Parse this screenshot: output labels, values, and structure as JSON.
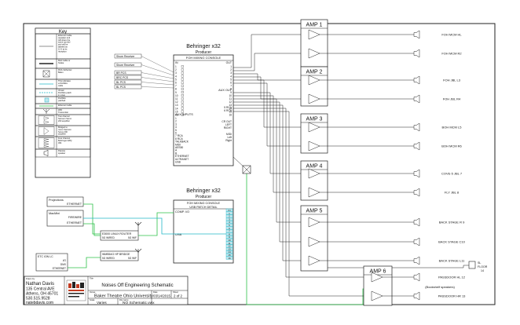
{
  "key": {
    "title": "Key",
    "entries": [
      "Ethernet Cable (speaker and will share the same symbol and will be labeled as 12-2 at its reception",
      "Mult Cable or Snake",
      "RCA / Ethernet Balun",
      "This indicates a FireWire cable",
      "Virtual FireWire patch in mixer",
      "FireWire patched internal",
      "Ethernet Cable",
      "WiFi Transmitter",
      "Two channel Samson Servo 200 amplifier",
      "Bridged to mono Samson Servo 200 amplifier",
      "Four channel Behringer EPQ 304",
      "Passive speaker"
    ]
  },
  "shure_labels": [
    "Shure Receiver",
    "Shure Receiver",
    "BR PCS",
    "BRC PCS",
    "BL PCS",
    "BL PCS"
  ],
  "console1": {
    "title": "Behringer x32",
    "subtitle": "Producer",
    "header": "FOH MIXING CONSOLE",
    "in_label": "IN",
    "out_label": "OUT",
    "in_numbers": [
      "1",
      "2",
      "3",
      "4",
      "5",
      "6",
      "7",
      "8",
      "9",
      "10",
      "11",
      "12",
      "13",
      "14",
      "15",
      "16"
    ],
    "out_numbers": [
      "1",
      "2",
      "3",
      "4",
      "5",
      "6",
      "7",
      "8",
      "9",
      "10",
      "11",
      "12",
      "13",
      "14",
      "15",
      "16"
    ],
    "aux_out": "AUX OUT",
    "aux_out_numbers": [
      "1",
      "2",
      "3",
      "4",
      "5",
      "6"
    ],
    "aux_inputs": "AUX INPUTS",
    "left_lines": [
      "1",
      "2",
      "3",
      "4",
      "5",
      "6",
      "7 RCA",
      "8 RCA",
      "TALKBACK",
      "MIDI",
      "AES50",
      "A",
      "B",
      "ETHERNET",
      "ULTRANET",
      "USB"
    ],
    "right_lines": [
      "5 RCA",
      "6 RCA",
      "CR OUT",
      "LEFT",
      "RIGHT",
      "MIDI",
      "Left",
      "Right"
    ]
  },
  "console2": {
    "title": "Behringer x32",
    "subtitle": "Producer",
    "header1": "FOH MIXING CONSOLE",
    "header2": "USB PATCH DETAIL",
    "comp_io": "COMP. I/O",
    "usb_label": "USB",
    "channels": [
      "IN",
      "1",
      "2",
      "3",
      "4",
      "5",
      "6",
      "7",
      "8",
      "9",
      "10",
      "11",
      "12",
      "13",
      "14",
      "15",
      "16"
    ]
  },
  "left_devices": {
    "projections": "Projections",
    "projections_sub": "ETHERNET",
    "macmini": "MacMini",
    "macmini_lines": [
      "FIREWIRE",
      "ETHERNET"
    ],
    "router_name": "E3000 LINUX ROUTER",
    "router_lines": [
      "5G WIRED",
      "5G WIF"
    ],
    "bridge_name": "WMB54G HP BRIDGE",
    "bridge_lines": [
      "5G WIRED",
      "5G WIF"
    ],
    "etc_lines": [
      "ETC ION LC",
      "I/O",
      "DMX",
      "ETHERNET"
    ]
  },
  "amps": [
    {
      "label": "AMP 1",
      "outputs": [
        "FOH MCM HL",
        "FOH MCM R2"
      ]
    },
    {
      "label": "AMP 2",
      "outputs": [
        "FOH JBL L3",
        "FOH JBL R4"
      ]
    },
    {
      "label": "AMP 3",
      "outputs": [
        "BOH MCM L5",
        "BOH MCM R6"
      ]
    },
    {
      "label": "AMP 4",
      "outputs": [
        "COVE-5 JBL 7",
        "FLY JBL 8"
      ]
    },
    {
      "label": "AMP 5",
      "outputs": [
        "BACK STAGE R 9",
        "BACK STAGE C10",
        "BACK STAGE L11"
      ]
    },
    {
      "label": "AMP 6",
      "outputs": [
        "PASSDOOR HL 12",
        "PASSDOOR HR 13"
      ]
    }
  ],
  "sub_label": [
    "SL",
    "FLOOR",
    "14"
  ],
  "bookshelf_note": "(Bookshelf speakers)",
  "title_block": {
    "author_label": "Drawn by:",
    "author": "Nathan Davis",
    "address1": "135 Central AVE",
    "address2": "Athens, OH 45701",
    "phone": "530.515.9528",
    "email": "natebdavis.com",
    "title_label": "Title",
    "title": "Noises Off Engineering Schematic",
    "venue_label": "Venue",
    "venue": "Baker Theatre Ohio University",
    "date_label": "Date",
    "date": "03/14/2015",
    "sheet_label": "Sheet",
    "sheet": "2 of 2",
    "scale_label": "Scale",
    "scale": "Varies",
    "file_label": "File name",
    "file": "NO Schematic.vwx"
  }
}
